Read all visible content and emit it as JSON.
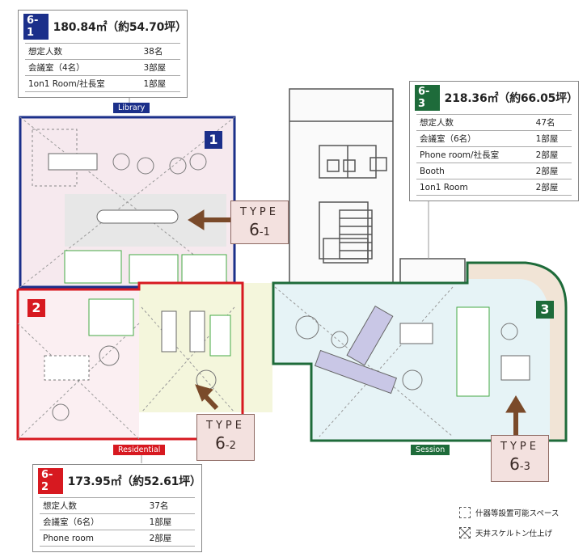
{
  "zones": [
    {
      "id": "6-1",
      "badge_color": "#1b2f8a",
      "area": "180.84㎡（約54.70坪）",
      "rows": [
        {
          "label": "想定人数",
          "value": "38名"
        },
        {
          "label": "会議室（4名）",
          "value": "3部屋"
        },
        {
          "label": "1on1 Room/社長室",
          "value": "1部屋"
        }
      ],
      "tag": "Library",
      "number": "1",
      "type_label": "TYPE",
      "type_main": "6",
      "type_sub": "-1"
    },
    {
      "id": "6-2",
      "badge_color": "#d71920",
      "area": "173.95㎡（約52.61坪）",
      "rows": [
        {
          "label": "想定人数",
          "value": "37名"
        },
        {
          "label": "会議室（6名）",
          "value": "1部屋"
        },
        {
          "label": "Phone room",
          "value": "2部屋"
        }
      ],
      "tag": "Residential",
      "number": "2",
      "type_label": "TYPE",
      "type_main": "6",
      "type_sub": "-2"
    },
    {
      "id": "6-3",
      "badge_color": "#1e6b3a",
      "area": "218.36㎡（約66.05坪）",
      "rows": [
        {
          "label": "想定人数",
          "value": "47名"
        },
        {
          "label": "会議室（6名）",
          "value": "1部屋"
        },
        {
          "label": "Phone room/社長室",
          "value": "2部屋"
        },
        {
          "label": "Booth",
          "value": "2部屋"
        },
        {
          "label": "1on1 Room",
          "value": "2部屋"
        }
      ],
      "tag": "Session",
      "number": "3",
      "type_label": "TYPE",
      "type_main": "6",
      "type_sub": "-3"
    }
  ],
  "legend": {
    "furniture": "什器等設置可能スペース",
    "skeleton": "天井スケルトン仕上げ"
  }
}
